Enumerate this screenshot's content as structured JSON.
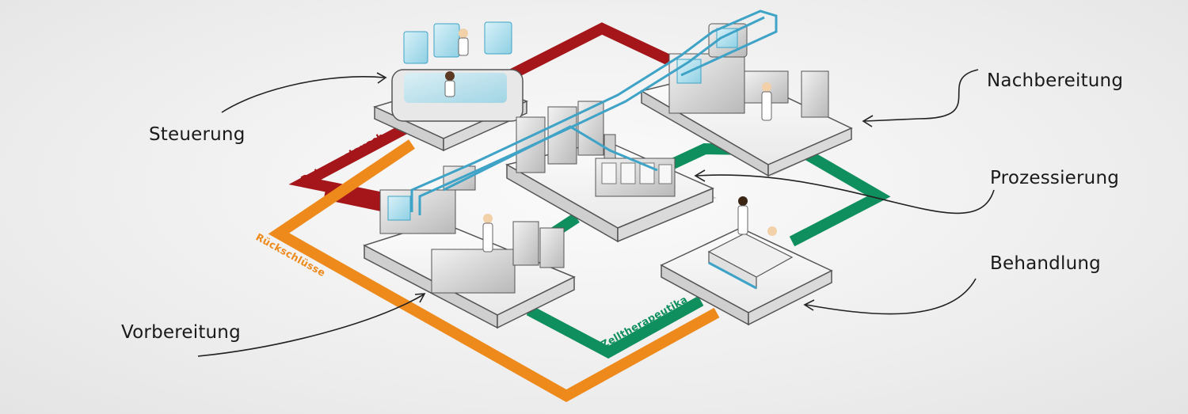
{
  "labels": {
    "steuerung": "Steuerung",
    "vorbereitung": "Vorbereitung",
    "nachbereitung": "Nachbereitung",
    "prozessierung": "Prozessierung",
    "behandlung": "Behandlung"
  },
  "flows": {
    "datenaustausch": "Datenaustausch",
    "rueckschluesse": "Rückschlüsse",
    "zelltherapeutika": "Zelltherapeutika"
  },
  "colors": {
    "datenaustausch": "#a4161a",
    "rueckschluesse": "#ee8a1c",
    "zelltherapeutika": "#0f8f5e",
    "pipe": "#3ea3c6",
    "platform": "#f7f7f7",
    "platform_edge": "#555555"
  },
  "icons": [
    "control-room-icon",
    "preparation-lab-icon",
    "processing-unit-icon",
    "post-processing-lab-icon",
    "treatment-bed-icon",
    "pointer-arrow-icon"
  ]
}
